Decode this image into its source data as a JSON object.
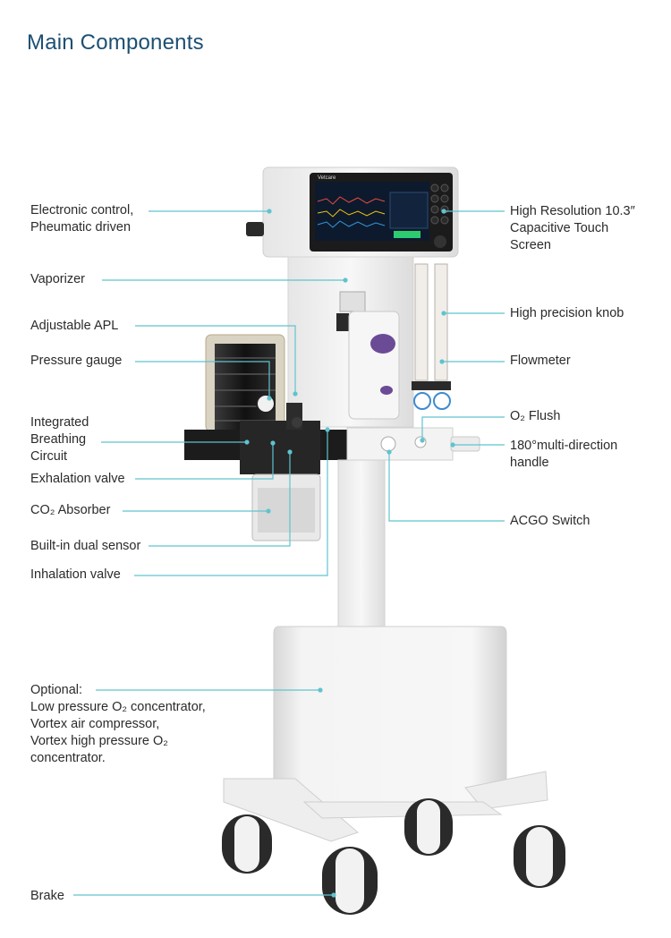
{
  "title": "Main Components",
  "brand": "Vetcare",
  "labels_left": {
    "electronic": [
      "Electronic control,",
      "Pheumatic driven"
    ],
    "vaporizer": "Vaporizer",
    "apl": "Adjustable APL",
    "pressure_gauge": "Pressure gauge",
    "breathing": [
      "Integrated",
      "Breathing",
      "Circuit"
    ],
    "exhalation": "Exhalation valve",
    "co2": "CO₂ Absorber",
    "sensor": "Built-in dual sensor",
    "inhalation": "Inhalation valve",
    "optional": [
      "Optional:",
      "Low pressure O₂ concentrator,",
      "Vortex air compressor,",
      "Vortex high pressure O₂",
      "concentrator."
    ],
    "brake": "Brake"
  },
  "labels_right": {
    "screen": [
      "High Resolution 10.3″",
      "Capacitive Touch",
      "Screen"
    ],
    "knob": "High precision knob",
    "flowmeter": "Flowmeter",
    "o2_flush": "O₂ Flush",
    "handle": [
      "180°multi-direction",
      "handle"
    ],
    "acgo": "ACGO Switch"
  },
  "colors": {
    "title": "#1d4f73",
    "leader": "#5fc3cf",
    "text": "#2b2b2b"
  }
}
